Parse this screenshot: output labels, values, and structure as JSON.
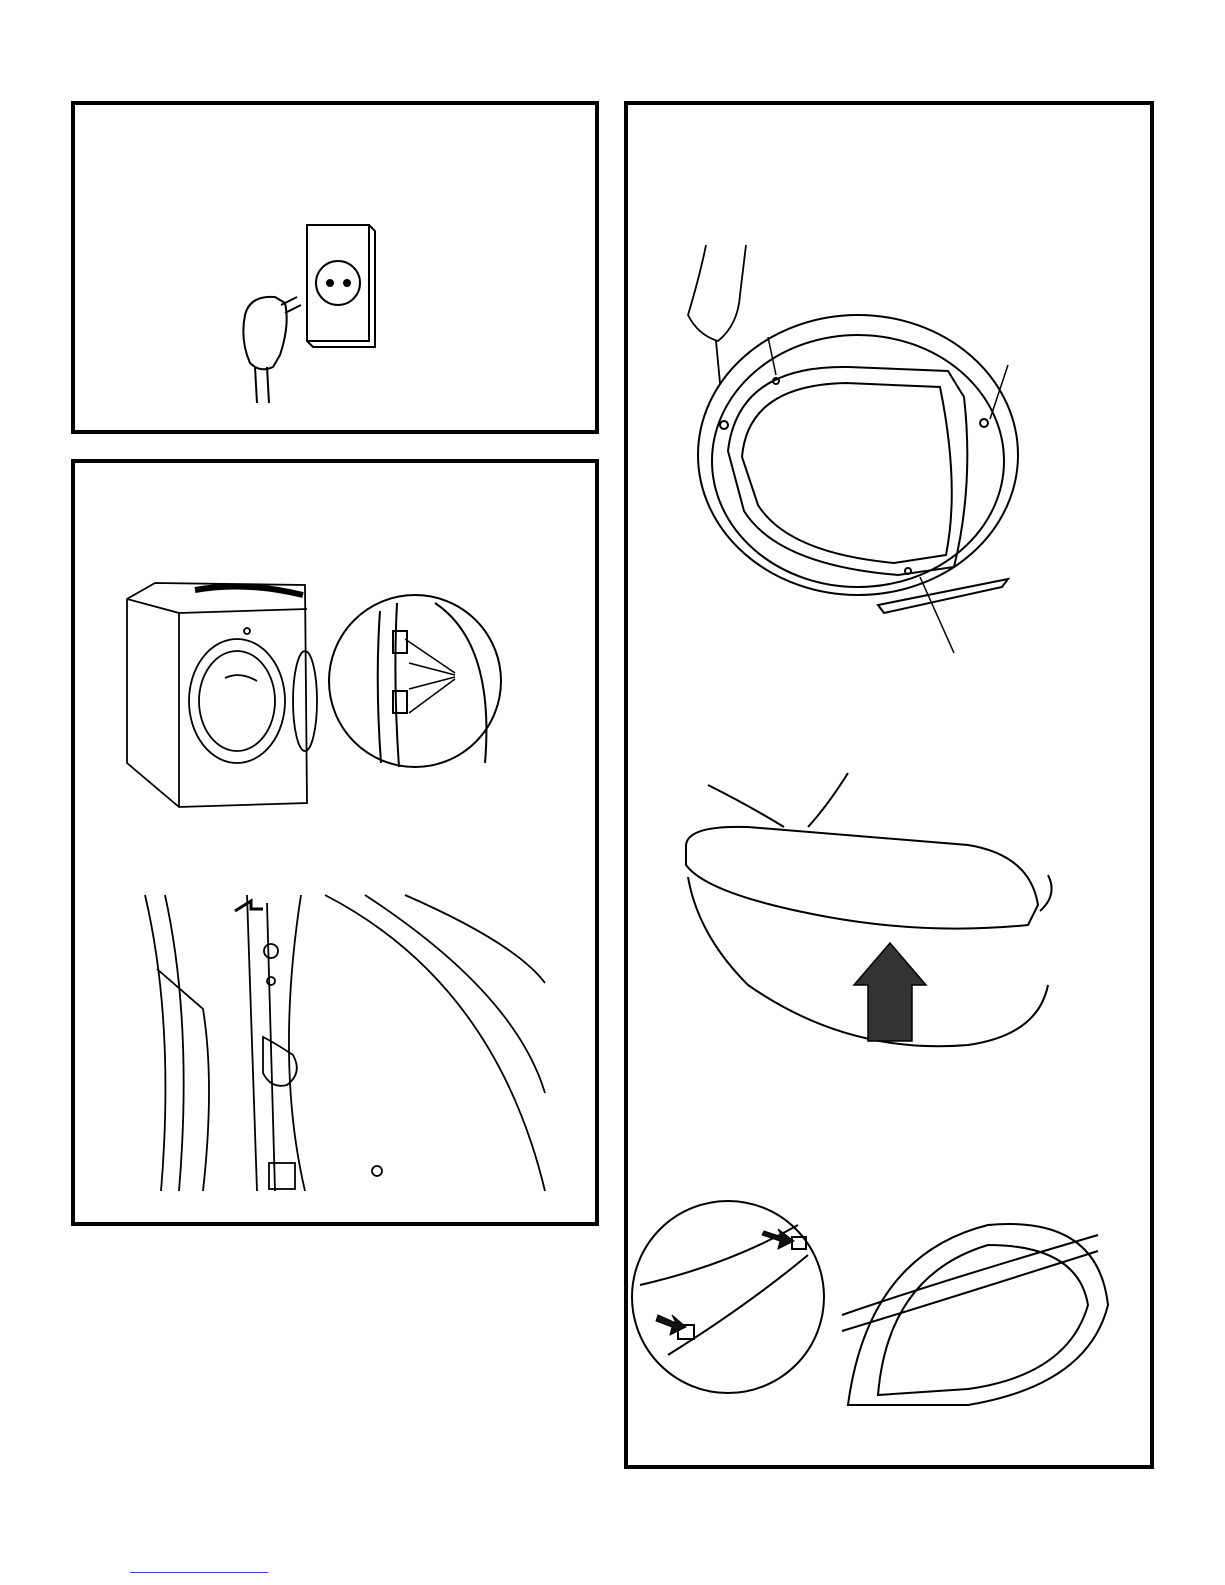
{
  "page": {
    "panels": [
      {
        "id": "power",
        "illustration": "unplug-power-cord"
      },
      {
        "id": "door-hinge",
        "illustration": "dryer-door-hinge-screws"
      },
      {
        "id": "door-disassembly",
        "illustration": "door-screws-and-separation"
      }
    ]
  },
  "colors": {
    "ink": "#000000",
    "paper": "#ffffff",
    "link": "#2b4bd6",
    "arrow_fill": "#333333"
  },
  "icons": [
    "plug-icon",
    "wall-outlet-icon",
    "screwdriver-icon",
    "up-arrow-icon",
    "push-arrow-icon"
  ]
}
